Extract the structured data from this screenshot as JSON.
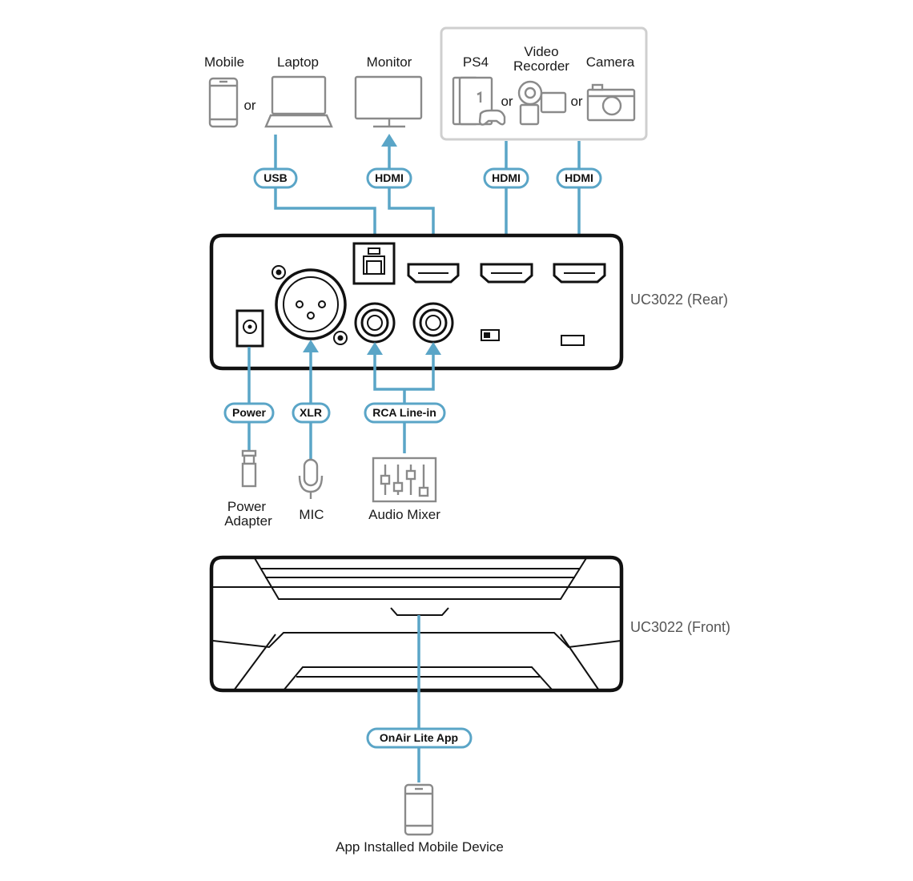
{
  "sources": {
    "mobile": "Mobile",
    "laptop": "Laptop",
    "monitor": "Monitor",
    "ps4": "PS4",
    "video_recorder": [
      "Video",
      "Recorder"
    ],
    "camera": "Camera",
    "or": "or"
  },
  "connections": {
    "usb": "USB",
    "hdmi": "HDMI",
    "power": "Power",
    "xlr": "XLR",
    "rca": "RCA Line-in",
    "app": "OnAir Lite App"
  },
  "peripherals": {
    "power_adapter": [
      "Power",
      "Adapter"
    ],
    "mic": "MIC",
    "audio_mixer": "Audio Mixer",
    "mobile_device": "App Installed Mobile Device"
  },
  "devices": {
    "rear": "UC3022 (Rear)",
    "front": "UC3022 (Front)"
  },
  "colors": {
    "wire": "#5aa5c7",
    "device_outline": "#111111",
    "icon": "#8a8a8a"
  }
}
